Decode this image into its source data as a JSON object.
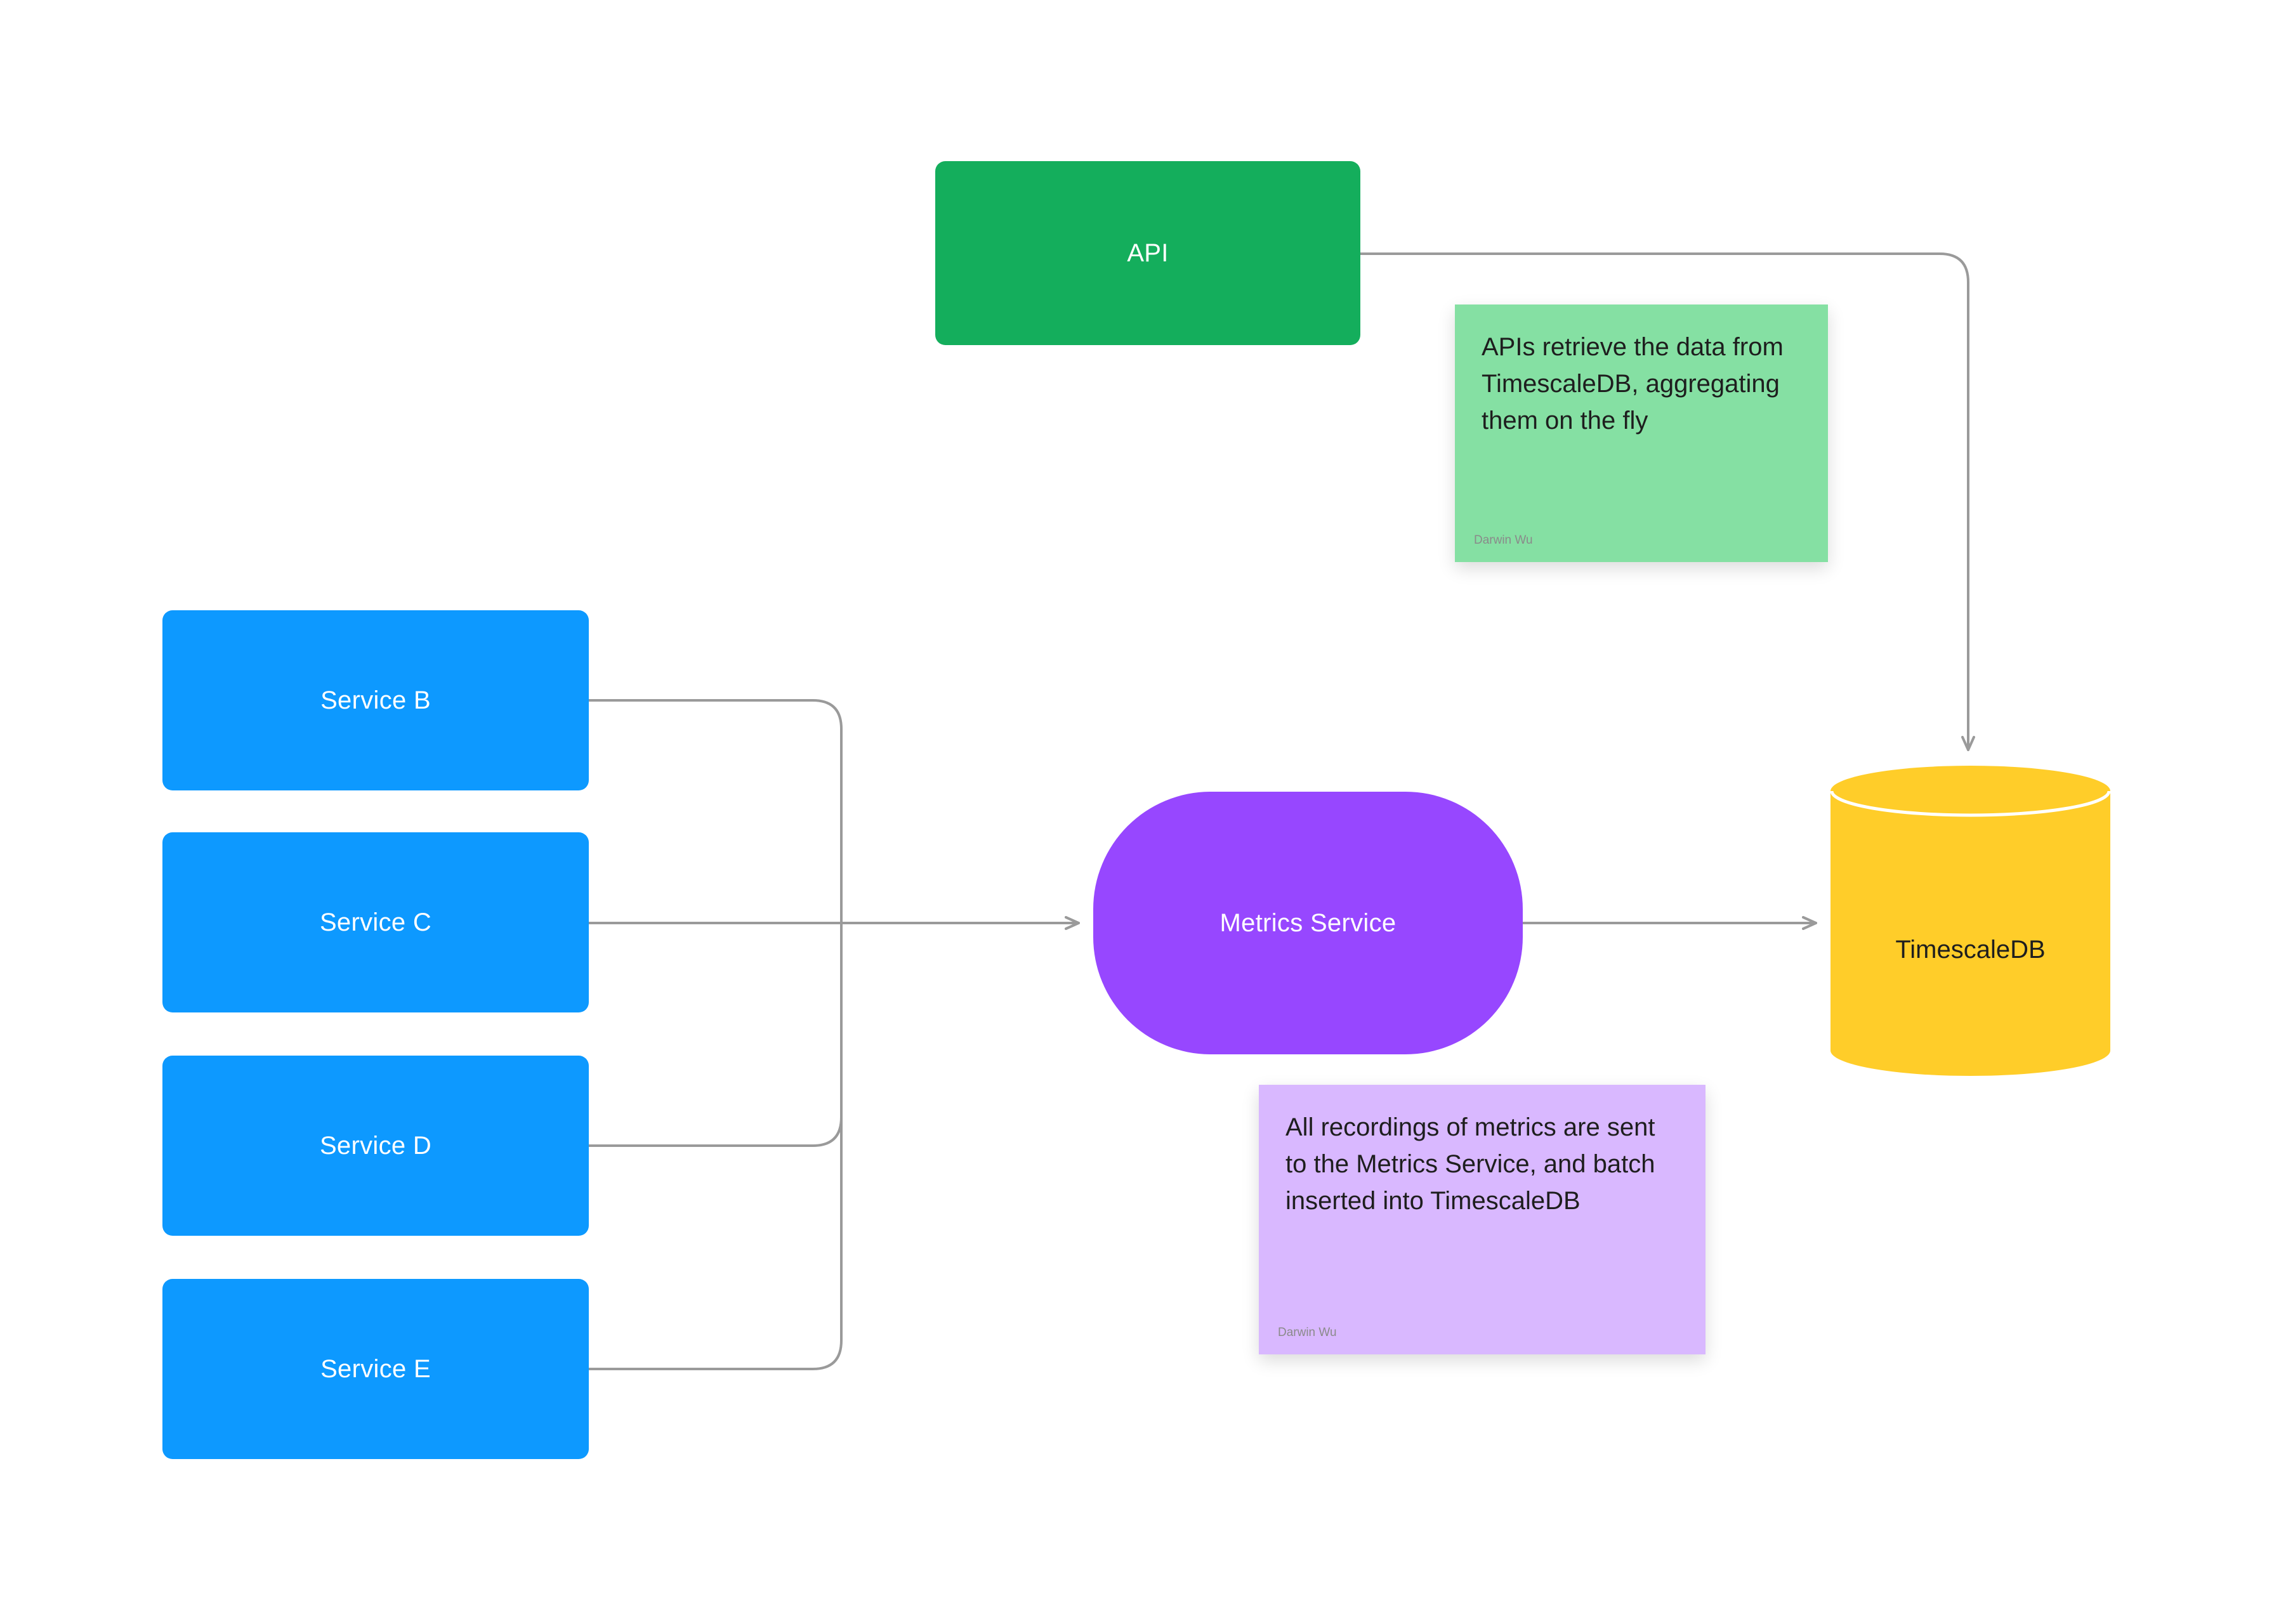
{
  "nodes": {
    "api": {
      "label": "API"
    },
    "services": [
      {
        "label": "Service B"
      },
      {
        "label": "Service C"
      },
      {
        "label": "Service D"
      },
      {
        "label": "Service E"
      }
    ],
    "metrics_service": {
      "label": "Metrics Service"
    },
    "timescaledb": {
      "label": "TimescaleDB"
    }
  },
  "notes": {
    "api_note": {
      "text": "APIs retrieve the data from TimescaleDB, aggregating them on the fly",
      "author": "Darwin Wu"
    },
    "metrics_note": {
      "text": "All recordings of metrics are sent to the Metrics Service, and batch inserted into TimescaleDB",
      "author": "Darwin Wu"
    }
  },
  "colors": {
    "api_green": "#14AE5C",
    "service_blue": "#0D99FF",
    "metrics_purple": "#9747FF",
    "db_yellow": "#FFCD29",
    "note_green": "#85E0A3",
    "note_purple": "#D9B8FF",
    "connector_gray": "#9A9A9A",
    "node_text_white": "#FFFFFF",
    "dark_text": "#1E1E1E",
    "seam_white": "#FFFFFF"
  }
}
